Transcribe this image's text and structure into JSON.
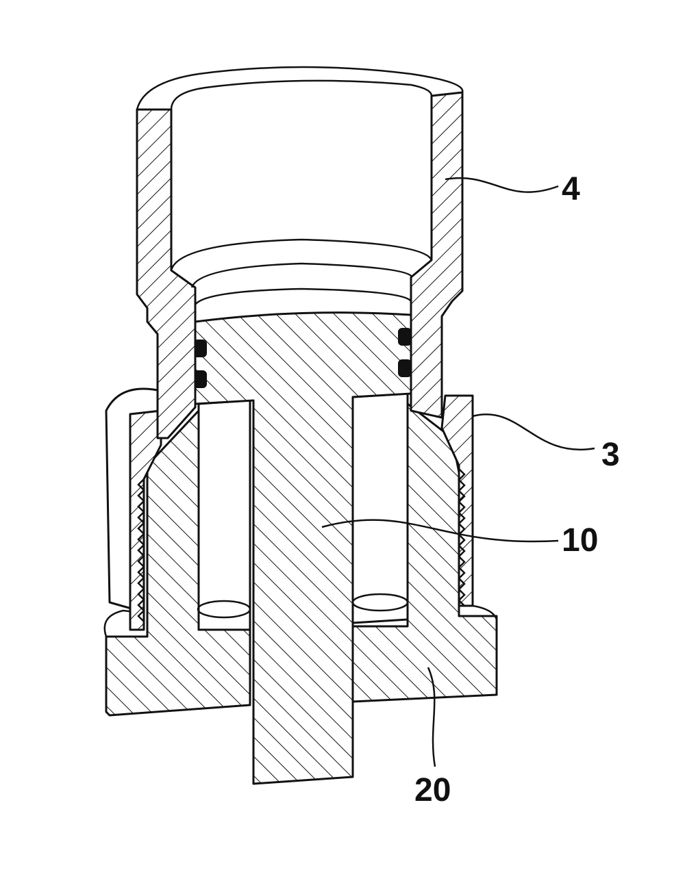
{
  "figure": {
    "labels": {
      "part_4": "4",
      "part_3": "3",
      "part_10": "10",
      "part_20": "20"
    },
    "colors": {
      "line": "#111111",
      "background": "#ffffff"
    }
  }
}
